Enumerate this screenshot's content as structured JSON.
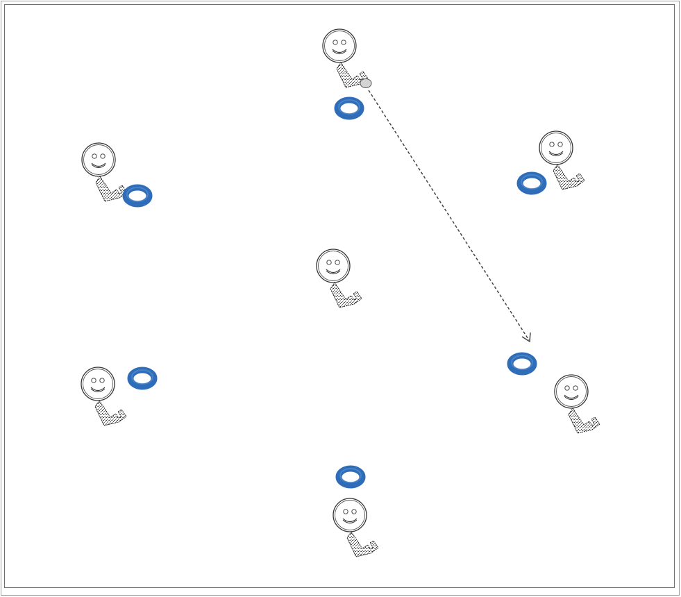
{
  "diagram": {
    "colors": {
      "ring": "#2f6db8",
      "ring_highlight": "#5c95d6",
      "ball": "#d4d4d4",
      "figure_outline": "#333333",
      "arrow": "#444444"
    },
    "players": [
      {
        "id": "player-top",
        "icon": "smiley-face-icon",
        "has_key": true
      },
      {
        "id": "player-upper-left",
        "icon": "smiley-face-icon",
        "has_key": true
      },
      {
        "id": "player-upper-right",
        "icon": "smiley-face-icon",
        "has_key": true
      },
      {
        "id": "player-center",
        "icon": "smiley-face-icon",
        "has_key": true
      },
      {
        "id": "player-lower-left",
        "icon": "smiley-face-icon",
        "has_key": true
      },
      {
        "id": "player-lower-right",
        "icon": "smiley-face-icon",
        "has_key": true
      },
      {
        "id": "player-bottom",
        "icon": "smiley-face-icon",
        "has_key": true
      }
    ],
    "rings": [
      {
        "id": "ring-top",
        "icon": "ring-icon"
      },
      {
        "id": "ring-upper-left",
        "icon": "ring-icon"
      },
      {
        "id": "ring-upper-right",
        "icon": "ring-icon"
      },
      {
        "id": "ring-lower-left",
        "icon": "ring-icon"
      },
      {
        "id": "ring-lower-right",
        "icon": "ring-icon"
      },
      {
        "id": "ring-bottom",
        "icon": "ring-icon"
      }
    ],
    "ball": {
      "icon": "ball-icon"
    },
    "pass": {
      "style": "dashed",
      "from": "ball",
      "to": "ring-lower-right"
    }
  }
}
